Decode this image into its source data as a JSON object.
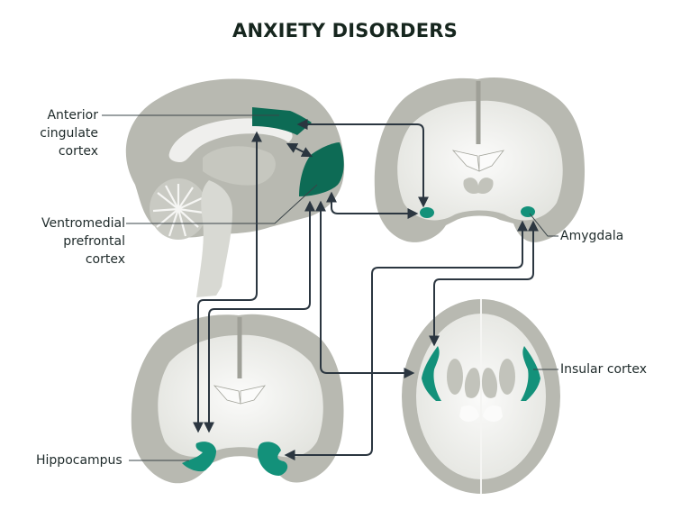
{
  "title": "ANXIETY DISORDERS",
  "colors": {
    "region_highlight": "#0d6b55",
    "region_highlight_light": "#13917a",
    "arrow": "#2b3640",
    "brain_gray": "#b9bab2",
    "brain_dark_gray": "#a3a49b",
    "white_matter": "#ececea",
    "background": "#ffffff"
  },
  "views": {
    "sagittal": {
      "name": "Sagittal (medial) brain view"
    },
    "coronal_top": {
      "name": "Coronal section (amygdala level)"
    },
    "coronal_bottom": {
      "name": "Coronal section (hippocampus level)"
    },
    "axial": {
      "name": "Axial section (insula level)"
    }
  },
  "labels": {
    "acc": {
      "line1": "Anterior",
      "line2": "cingulate",
      "line3": "cortex"
    },
    "vmpfc": {
      "line1": "Ventromedial",
      "line2": "prefrontal",
      "line3": "cortex"
    },
    "amygdala": {
      "text": "Amygdala"
    },
    "hippocampus": {
      "text": "Hippocampus"
    },
    "insula": {
      "text": "Insular cortex"
    }
  },
  "connections": [
    {
      "from": "amygdala",
      "to": "anterior cingulate cortex"
    },
    {
      "from": "anterior cingulate cortex",
      "to": "ventromedial prefrontal cortex",
      "bidirectional": true
    },
    {
      "from": "ventromedial prefrontal cortex",
      "to": "amygdala",
      "bidirectional": true
    },
    {
      "from": "hippocampus",
      "to": "anterior cingulate cortex",
      "bidirectional": true
    },
    {
      "from": "hippocampus",
      "to": "ventromedial prefrontal cortex",
      "bidirectional": true
    },
    {
      "from": "ventromedial prefrontal cortex",
      "to": "insular cortex",
      "bidirectional": true
    },
    {
      "from": "amygdala",
      "to": "hippocampus",
      "bidirectional": true
    },
    {
      "from": "amygdala",
      "to": "insular cortex",
      "bidirectional": true
    }
  ]
}
